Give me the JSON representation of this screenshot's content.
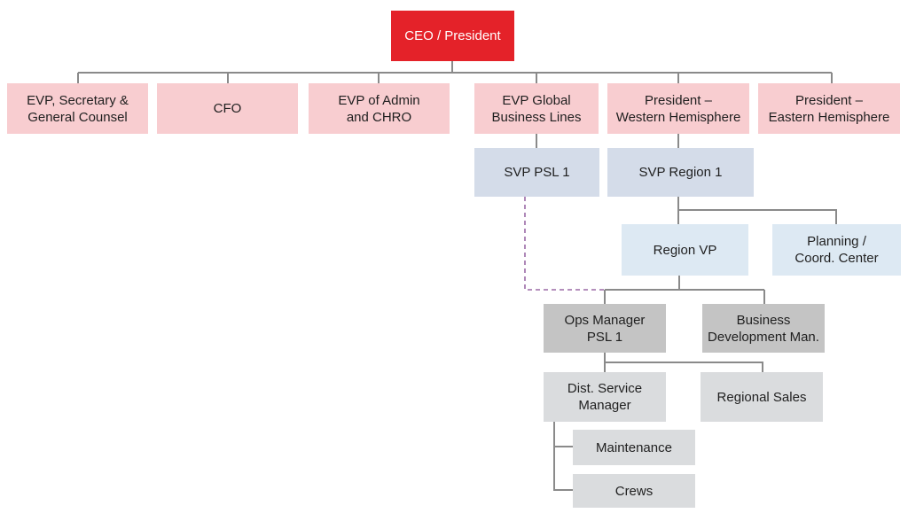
{
  "colors": {
    "ceo": "#e42229",
    "executive": "#f8cdd0",
    "svp": "#d4dce9",
    "region": "#dde9f3",
    "manager": "#c4c4c4",
    "field": "#dadcde",
    "connector": "#8a8a8a",
    "dotted_connector": "#9b6aa6"
  },
  "org_chart": {
    "ceo": {
      "lines": [
        "CEO / President"
      ]
    },
    "executives": [
      {
        "lines": [
          "EVP, Secretary &",
          "General Counsel"
        ]
      },
      {
        "lines": [
          "CFO"
        ]
      },
      {
        "lines": [
          "EVP of Admin",
          "and CHRO"
        ]
      },
      {
        "lines": [
          "EVP Global",
          "Business Lines"
        ]
      },
      {
        "lines": [
          "President –",
          "Western Hemisphere"
        ]
      },
      {
        "lines": [
          "President –",
          "Eastern Hemisphere"
        ]
      }
    ],
    "svp_psl": {
      "lines": [
        "SVP PSL 1"
      ]
    },
    "svp_region": {
      "lines": [
        "SVP Region 1"
      ]
    },
    "region_vp": {
      "lines": [
        "Region VP"
      ]
    },
    "planning": {
      "lines": [
        "Planning /",
        "Coord. Center"
      ]
    },
    "ops_manager": {
      "lines": [
        "Ops Manager",
        "PSL 1"
      ]
    },
    "business_dev": {
      "lines": [
        "Business",
        "Development Man."
      ]
    },
    "dist_service": {
      "lines": [
        "Dist. Service",
        "Manager"
      ]
    },
    "regional_sales": {
      "lines": [
        "Regional Sales"
      ]
    },
    "maintenance": {
      "lines": [
        "Maintenance"
      ]
    },
    "crews": {
      "lines": [
        "Crews"
      ]
    }
  }
}
